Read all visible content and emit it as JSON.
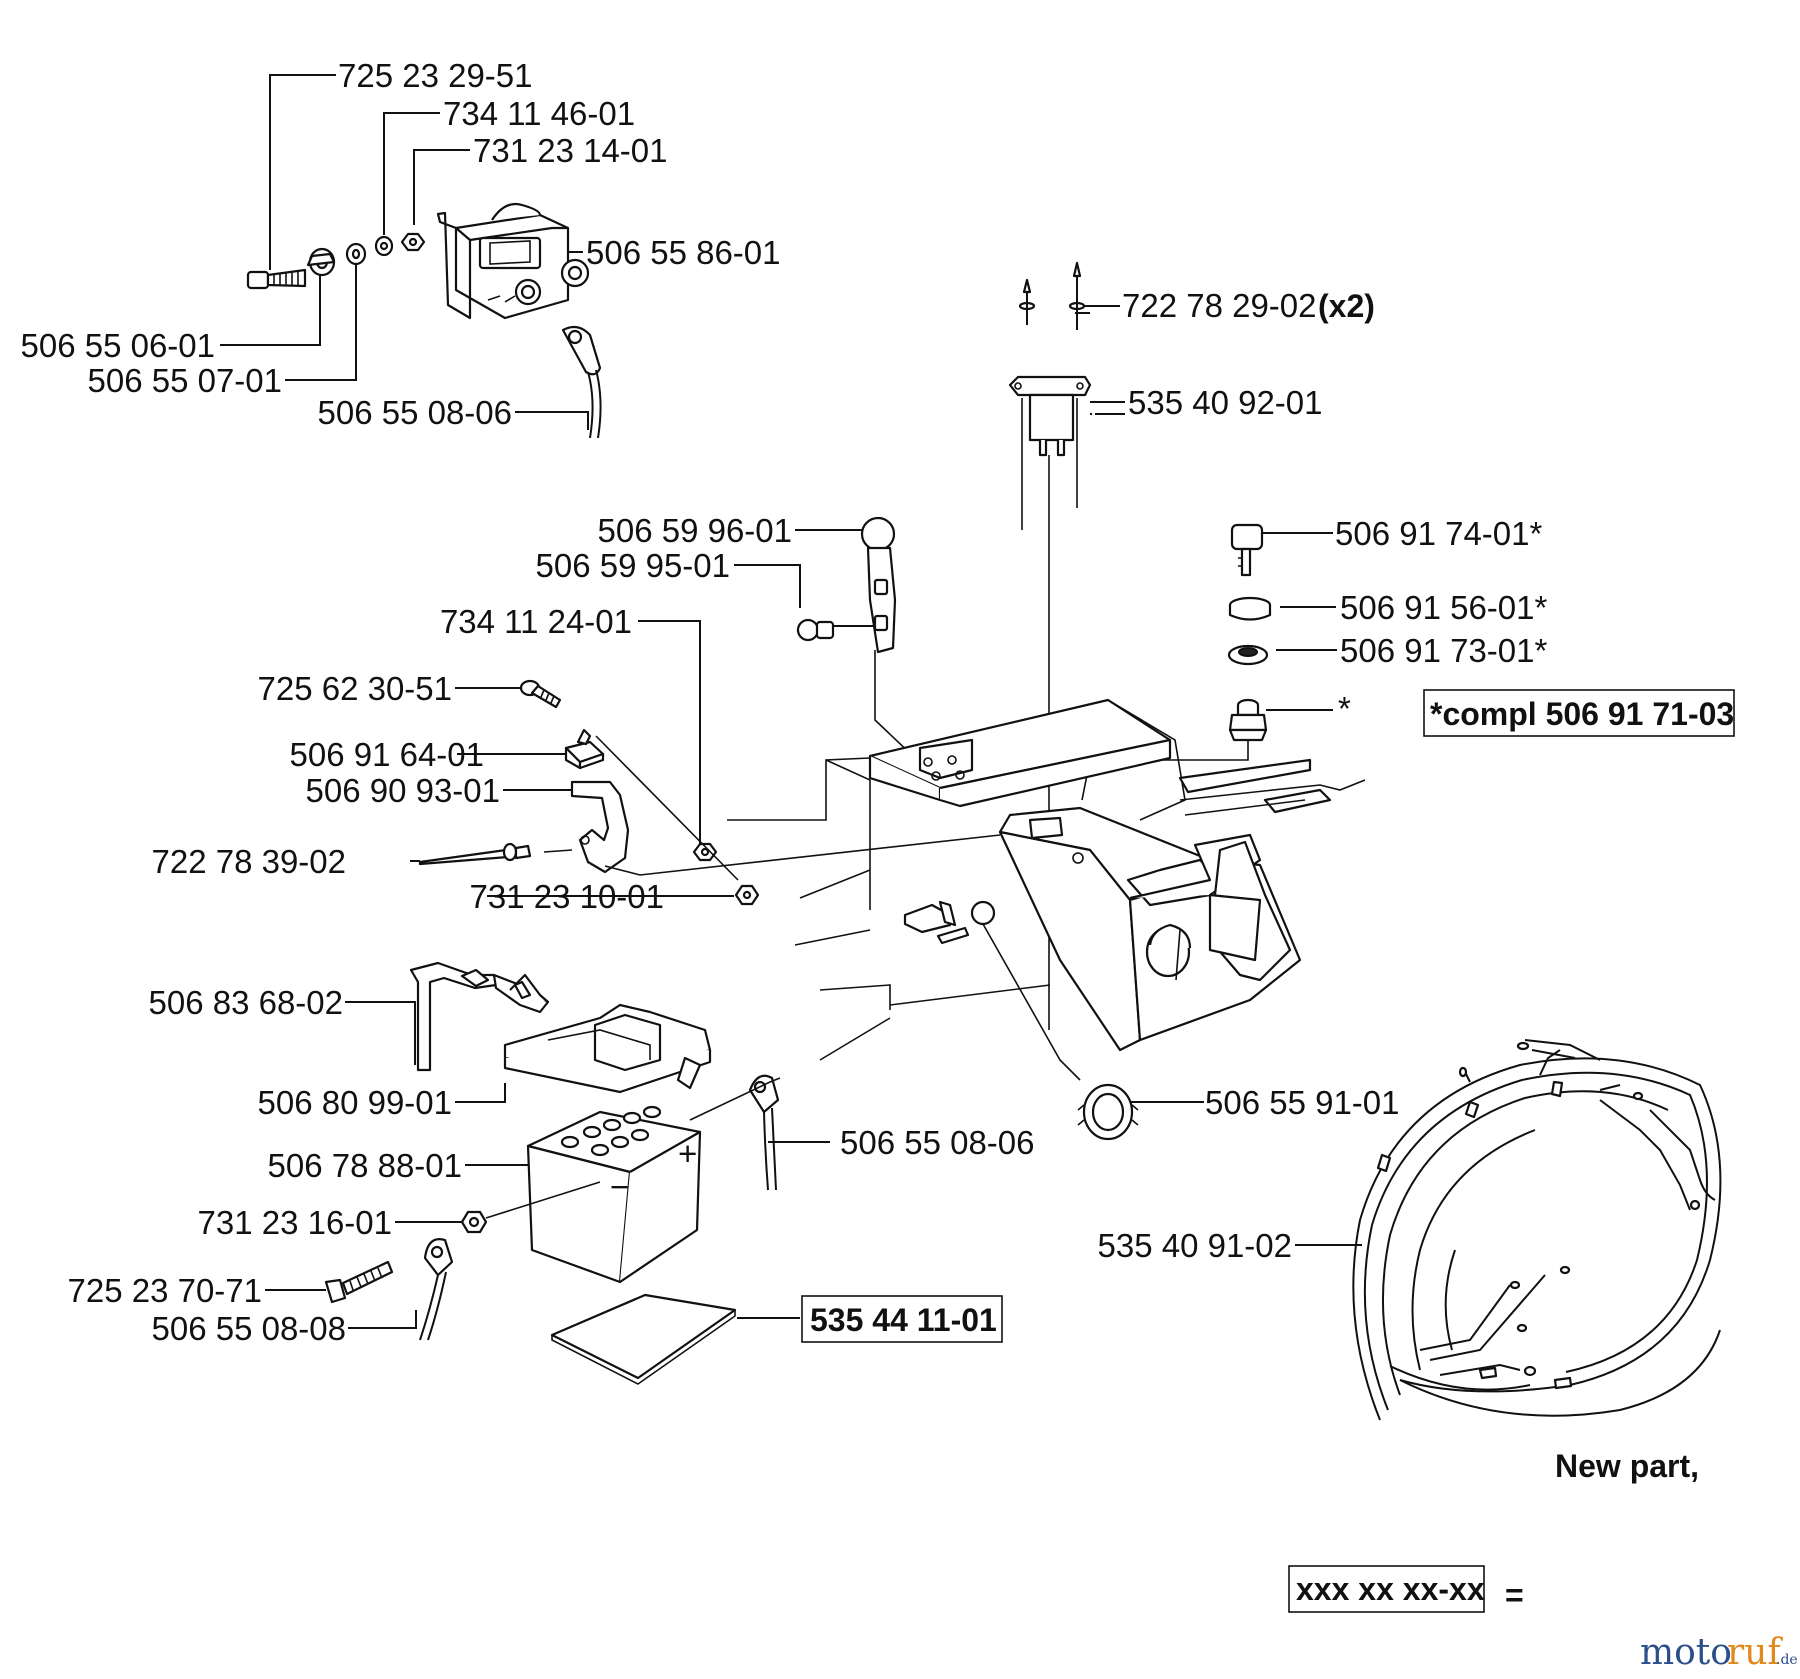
{
  "parts": {
    "p01": "725 23 29-51",
    "p02": "734 11 46-01",
    "p03": "731 23 14-01",
    "p04": "506 55 86-01",
    "p05": "506 55 06-01",
    "p06": "506 55 07-01",
    "p07": "506 55 08-06",
    "p08": "722 78 29-02",
    "p08_qty": "(x2)",
    "p09": "535 40 92-01",
    "p10": "506 59 96-01",
    "p11": "506 59 95-01",
    "p12": "734 11 24-01",
    "p13": "725 62 30-51",
    "p14": "506 91 64-01",
    "p15": "506 90 93-01",
    "p16": "722 78 39-02",
    "p17": "731 23 10-01",
    "p18": "506 91 74-01*",
    "p19": "506 91 56-01*",
    "p20": "506 91 73-01*",
    "p21": "*",
    "p22": "*compl 506 91 71-03",
    "p23": "506 83 68-02",
    "p24": "506 80 99-01",
    "p25": "506 78 88-01",
    "p26": "731 23 16-01",
    "p27": "725 23 70-71",
    "p28": "506 55 08-08",
    "p29": "506 55 08-06",
    "p30": "535 44 11-01",
    "p31": "506 55 91-01",
    "p32": "535 40 91-02"
  },
  "legend": {
    "new_part": "New part,",
    "sample": "xxx xx xx-xx",
    "equals": "="
  },
  "watermark": {
    "a": "moto",
    "b": "ruf",
    "c": ".de"
  },
  "battery_marks": {
    "minus": "−",
    "plus": "+"
  },
  "colors": {
    "ink": "#111111",
    "logo_blue": "#2b4f8a",
    "logo_orange": "#e08a1e"
  }
}
